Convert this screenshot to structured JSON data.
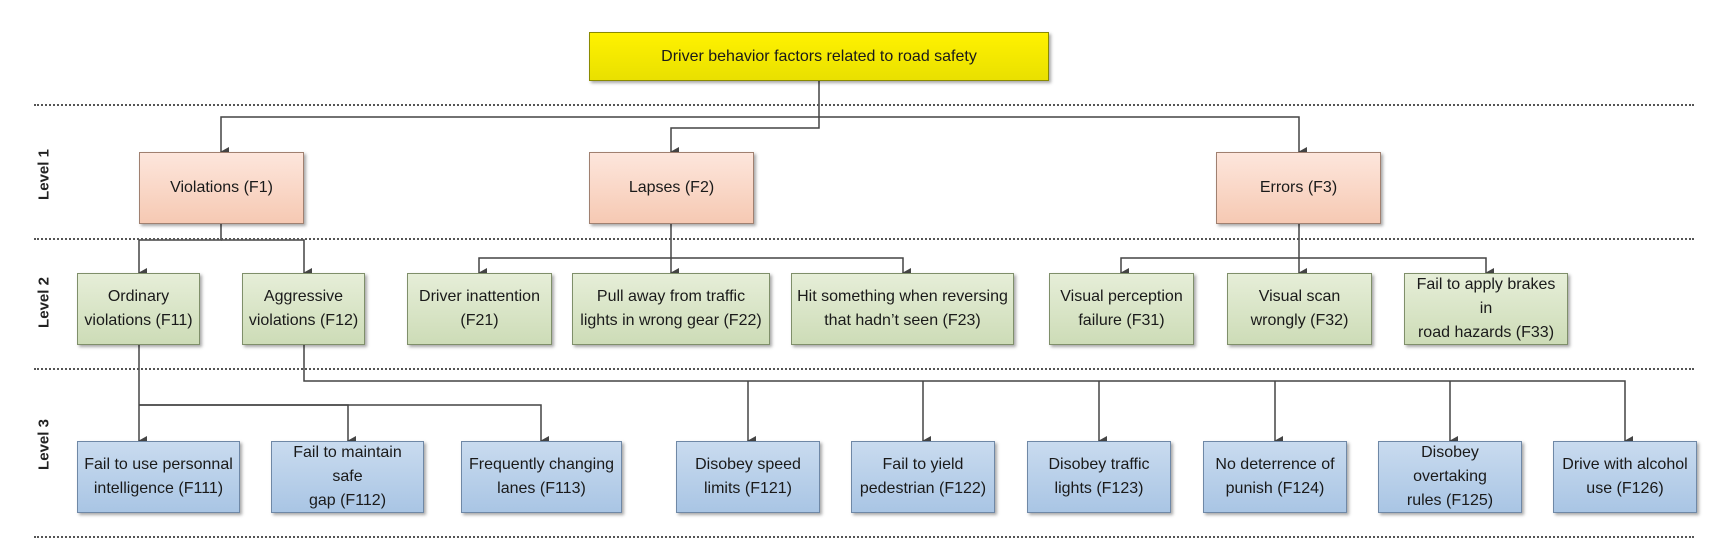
{
  "root": {
    "label": "Driver behavior factors related to road safety"
  },
  "levels": [
    "Level 1",
    "Level 2",
    "Level 3"
  ],
  "level1": [
    {
      "id": "F1",
      "label": "Violations (F1)"
    },
    {
      "id": "F2",
      "label": "Lapses (F2)"
    },
    {
      "id": "F3",
      "label": "Errors (F3)"
    }
  ],
  "level2": [
    {
      "id": "F11",
      "label": "Ordinary\nviolations (F11)",
      "parent": "F1"
    },
    {
      "id": "F12",
      "label": "Aggressive\nviolations (F12)",
      "parent": "F1"
    },
    {
      "id": "F21",
      "label": "Driver inattention\n(F21)",
      "parent": "F2"
    },
    {
      "id": "F22",
      "label": "Pull away from traffic\nlights in wrong gear (F22)",
      "parent": "F2"
    },
    {
      "id": "F23",
      "label": "Hit something when reversing\nthat hadn’t seen (F23)",
      "parent": "F2"
    },
    {
      "id": "F31",
      "label": "Visual perception\nfailure (F31)",
      "parent": "F3"
    },
    {
      "id": "F32",
      "label": "Visual scan\nwrongly (F32)",
      "parent": "F3"
    },
    {
      "id": "F33",
      "label": "Fail to apply brakes in\nroad hazards (F33)",
      "parent": "F3"
    }
  ],
  "level3": [
    {
      "id": "F111",
      "label": "Fail to use personnal\nintelligence (F111)",
      "parent": "F11"
    },
    {
      "id": "F112",
      "label": "Fail to maintain safe\ngap (F112)",
      "parent": "F11"
    },
    {
      "id": "F113",
      "label": "Frequently changing\nlanes (F113)",
      "parent": "F11"
    },
    {
      "id": "F121",
      "label": "Disobey speed\nlimits (F121)",
      "parent": "F12"
    },
    {
      "id": "F122",
      "label": "Fail to yield\npedestrian (F122)",
      "parent": "F12"
    },
    {
      "id": "F123",
      "label": "Disobey traffic\nlights (F123)",
      "parent": "F12"
    },
    {
      "id": "F124",
      "label": "No deterrence of\npunish (F124)",
      "parent": "F12"
    },
    {
      "id": "F125",
      "label": "Disobey overtaking\nrules (F125)",
      "parent": "F12"
    },
    {
      "id": "F126",
      "label": "Drive with alcohol\nuse (F126)",
      "parent": "F12"
    }
  ]
}
